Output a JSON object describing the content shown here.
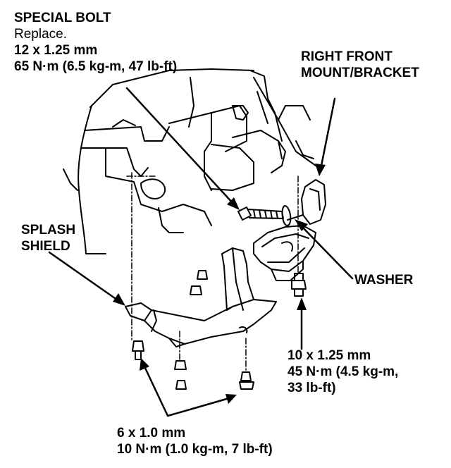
{
  "callouts": {
    "special_bolt": {
      "title": "SPECIAL BOLT",
      "note": "Replace.",
      "size": "12 x 1.25 mm",
      "torque": "65 N·m (6.5 kg-m, 47 lb-ft)"
    },
    "mount": {
      "line1": "RIGHT FRONT",
      "line2": "MOUNT/BRACKET"
    },
    "splash_shield": {
      "line1": "SPLASH",
      "line2": "SHIELD"
    },
    "washer": "WASHER",
    "mount_bolt": {
      "size": "10 x 1.25 mm",
      "torque_line1": "45 N·m (4.5 kg-m,",
      "torque_line2": "33 lb-ft)"
    },
    "shield_bolts": {
      "size": "6 x 1.0 mm",
      "torque": "10 N·m (1.0 kg-m, 7 lb-ft)"
    }
  },
  "colors": {
    "ink": "#000000",
    "paper": "#ffffff"
  }
}
